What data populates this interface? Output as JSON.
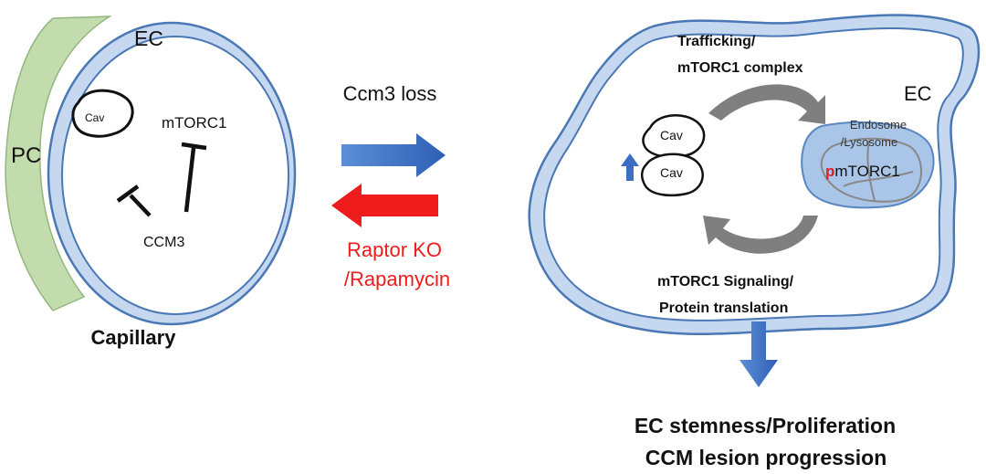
{
  "left_panel": {
    "pc_label": "PC",
    "ec_label": "EC",
    "cav_label": "Cav",
    "mtorc1_label": "mTORC1",
    "ccm3_label": "CCM3",
    "caption": "Capillary"
  },
  "middle": {
    "forward_label": "Ccm3 loss",
    "reverse_line1": "Raptor KO",
    "reverse_line2": "/Rapamycin"
  },
  "right_panel": {
    "ec_label": "EC",
    "trafficking_line1": "Trafficking/",
    "trafficking_line2": "mTORC1 complex",
    "cav_top": "Cav",
    "cav_bottom": "Cav",
    "endosome_line1": "Endosome",
    "endosome_line2": "/Lysosome",
    "p_prefix": "p",
    "mtorc1_label": "mTORC1",
    "signaling_line1": "mTORC1 Signaling/",
    "signaling_line2": "Protein translation"
  },
  "outcome": {
    "line1": "EC stemness/Proliferation",
    "line2": "CCM lesion progression"
  },
  "colors": {
    "membrane_fill": "#c5d8ef",
    "membrane_stroke": "#4a78b5",
    "pericyte_fill": "#c3dcae",
    "blue_arrow": "#3c6fc4",
    "red_arrow": "#ee1c1c",
    "grey_arrow": "#7f7f7f",
    "text": "#111111"
  }
}
